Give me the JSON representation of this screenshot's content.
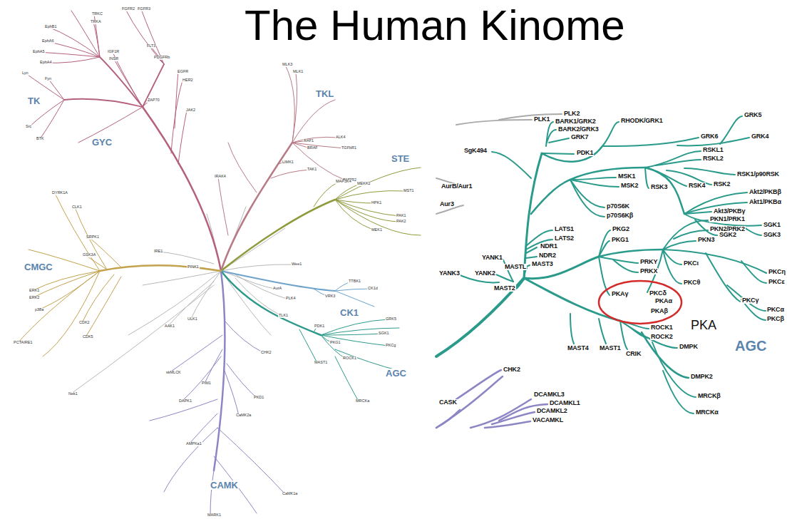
{
  "diagram": {
    "title": "The Human Kinome",
    "labels": [
      "TK",
      "GYC",
      "TKL",
      "STE",
      "CMGC",
      "CK1",
      "AGC",
      "CAMK",
      "FGFR2",
      "FGFR3",
      "TRKC",
      "TRKA",
      "EphB1",
      "EphA6",
      "EphA5",
      "EphA4",
      "IGF1R",
      "INSR",
      "FLT3",
      "PDGFRb",
      "HER2",
      "EGFR",
      "JAK2",
      "ZAP70",
      "Lyn",
      "Src",
      "BTK",
      "Fyn",
      "MLK3",
      "MLK1",
      "IRAK4",
      "RAF1",
      "BRAF",
      "ALK4",
      "TGFbR1",
      "BMPR2",
      "LIMK1",
      "TAK1",
      "PAK1",
      "PAK2",
      "MEKK2",
      "MST1",
      "HPK1",
      "MEK1",
      "MAP3K4",
      "TTBK1",
      "CK1d",
      "VRK3",
      "GRK5",
      "PDK1",
      "SGK1",
      "PKG1",
      "PKCg",
      "ROCK1",
      "MAST1",
      "MRCKa",
      "CHK2",
      "CaMK2a",
      "DAPK1",
      "skMLCK",
      "MARK1",
      "AMPKa1",
      "CaMK1a",
      "PIM1",
      "PKD1",
      "DYRK1A",
      "CLK1",
      "SRPK1",
      "GSK3A",
      "ERK1",
      "ERK2",
      "p38a",
      "CDK2",
      "CDK5",
      "PCTAIRE1",
      "AurA",
      "PLK4",
      "Wee1",
      "PINK1",
      "IRE1",
      "Nek1",
      "TLK1",
      "ULK1",
      "AAK1",
      "PLK1",
      "PLK2",
      "BARK1/GRK2",
      "BARK2/GRK3",
      "GRK7",
      "RHODK/GRK1",
      "GRK5",
      "GRK6",
      "GRK4",
      "SgK494",
      "PDK1",
      "RSKL1",
      "RSKL2",
      "RSK1/p90RSK",
      "RSK4",
      "RSK2",
      "MSK1",
      "MSK2",
      "RSK3",
      "p70S6K",
      "p70S6Kβ",
      "Akt2/PKBβ",
      "Akt1/PKBα",
      "Akt3/PKBγ",
      "SGK1",
      "SGK3",
      "SGK2",
      "AurB/Aur1",
      "Aur3",
      "LATS1",
      "LATS2",
      "NDR1",
      "NDR2",
      "MAST3",
      "PKG2",
      "PKG1",
      "PKN1/PRK1",
      "PKN2/PRK2",
      "PKN3",
      "PRKY",
      "PRKX",
      "PKCι",
      "PKCθ",
      "PKCη",
      "PKCε",
      "PKCγ",
      "PKCδ",
      "PKAγ",
      "PKAα",
      "PKAβ",
      "PKCα",
      "PKCβ",
      "ROCK1",
      "ROCK2",
      "DMPK",
      "MAST4",
      "MAST1",
      "CRIK",
      "DMPK2",
      "MRCKβ",
      "MRCKα",
      "YANK1",
      "MASTL",
      "YANK3",
      "YANK2",
      "MAST2",
      "CHK2",
      "DCAMKL3",
      "DCAMKL1",
      "DCAMKL2",
      "VACAMKL",
      "CASK",
      "PKA",
      "AGC"
    ]
  }
}
